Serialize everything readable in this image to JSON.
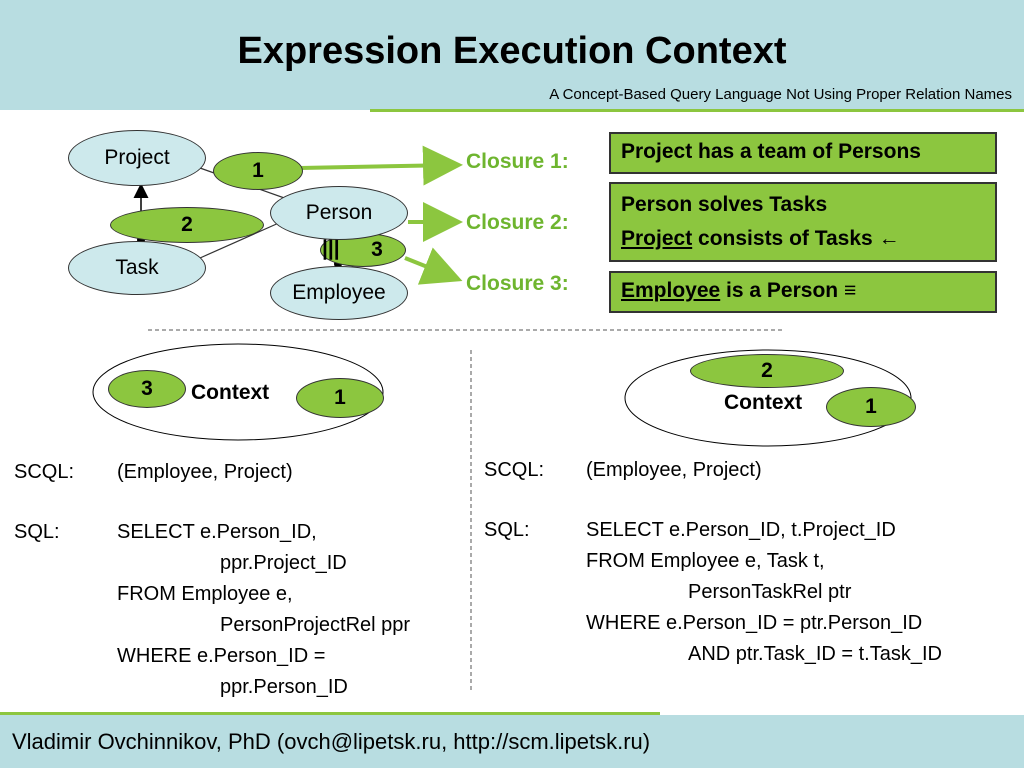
{
  "header": {
    "title": "Expression Execution Context",
    "subtitle": "A Concept-Based Query Language Not Using Proper Relation Names"
  },
  "graph": {
    "project": "Project",
    "person": "Person",
    "task": "Task",
    "employee": "Employee",
    "badge1": "1",
    "badge2": "2",
    "badge3": "3",
    "badge3_prefix": "|||"
  },
  "closures": {
    "c1": "Closure 1:",
    "c2": "Closure 2:",
    "c3": "Closure 3:"
  },
  "boxes": {
    "box1": "Project has a team of Persons",
    "box2_line1": "Person solves Tasks",
    "box2_line2_a": "Project",
    "box2_line2_b": " consists of Tasks ",
    "box2_symbol": "←",
    "box3_a": "Employee",
    "box3_b": " is a Person ",
    "box3_symbol": "≡"
  },
  "left_context": {
    "label": "Context",
    "badge_a": "3",
    "badge_b": "1",
    "scql_label": "SCQL:",
    "scql_value": "(Employee, Project)",
    "sql_label": "SQL:",
    "sql_lines": [
      "SELECT e.Person_ID,",
      "            ppr.Project_ID",
      "FROM Employee e,",
      "            PersonProjectRel ppr",
      "WHERE e.Person_ID =",
      "            ppr.Person_ID"
    ]
  },
  "right_context": {
    "label": "Context",
    "badge_a": "2",
    "badge_b": "1",
    "scql_label": "SCQL:",
    "scql_value": "(Employee, Project)",
    "sql_label": "SQL:",
    "sql_lines": [
      "SELECT e.Person_ID, t.Project_ID",
      "FROM Employee e, Task t,",
      "            PersonTaskRel ptr",
      "WHERE e.Person_ID = ptr.Person_ID",
      "            AND ptr.Task_ID = t.Task_ID"
    ]
  },
  "footer": {
    "text": "Vladimir Ovchinnikov, PhD (ovch@lipetsk.ru, http://scm.lipetsk.ru)"
  },
  "colors": {
    "header_bg": "#b8dde1",
    "accent_green": "#8cc63f",
    "closure_text": "#6eb52f",
    "node_fill": "#cde9ec"
  }
}
